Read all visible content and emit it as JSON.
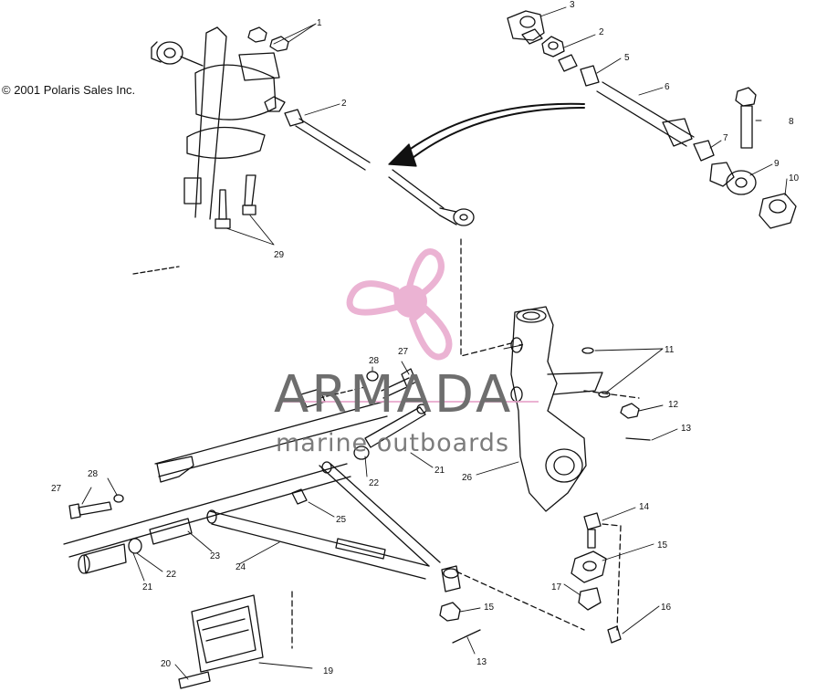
{
  "copyright": "© 2001 Polaris Sales Inc.",
  "watermark": {
    "brand": "ARMADA",
    "tagline": "marine outboards",
    "accent_color": "#e8a6cc",
    "text_color": "#6e6e6e",
    "icon": "propeller-icon"
  },
  "callouts": [
    {
      "id": "1",
      "label": "1"
    },
    {
      "id": "2a",
      "label": "2"
    },
    {
      "id": "2b",
      "label": "2"
    },
    {
      "id": "3",
      "label": "3"
    },
    {
      "id": "5",
      "label": "5"
    },
    {
      "id": "6",
      "label": "6"
    },
    {
      "id": "7a",
      "label": "7"
    },
    {
      "id": "8",
      "label": "8"
    },
    {
      "id": "9",
      "label": "9"
    },
    {
      "id": "10",
      "label": "10"
    },
    {
      "id": "29",
      "label": "29"
    },
    {
      "id": "27a",
      "label": "27"
    },
    {
      "id": "28a",
      "label": "28"
    },
    {
      "id": "7b",
      "label": "7"
    },
    {
      "id": "11",
      "label": "11"
    },
    {
      "id": "12",
      "label": "12"
    },
    {
      "id": "13a",
      "label": "13"
    },
    {
      "id": "22a",
      "label": "22"
    },
    {
      "id": "21a",
      "label": "21"
    },
    {
      "id": "26",
      "label": "26"
    },
    {
      "id": "27b",
      "label": "27"
    },
    {
      "id": "28b",
      "label": "28"
    },
    {
      "id": "25",
      "label": "25"
    },
    {
      "id": "14",
      "label": "14"
    },
    {
      "id": "15a",
      "label": "15"
    },
    {
      "id": "23",
      "label": "23"
    },
    {
      "id": "24",
      "label": "24"
    },
    {
      "id": "21b",
      "label": "21"
    },
    {
      "id": "22b",
      "label": "22"
    },
    {
      "id": "17",
      "label": "17"
    },
    {
      "id": "16a",
      "label": "16"
    },
    {
      "id": "15b",
      "label": "15"
    },
    {
      "id": "13b",
      "label": "13"
    },
    {
      "id": "19",
      "label": "19"
    },
    {
      "id": "20",
      "label": "20"
    }
  ]
}
